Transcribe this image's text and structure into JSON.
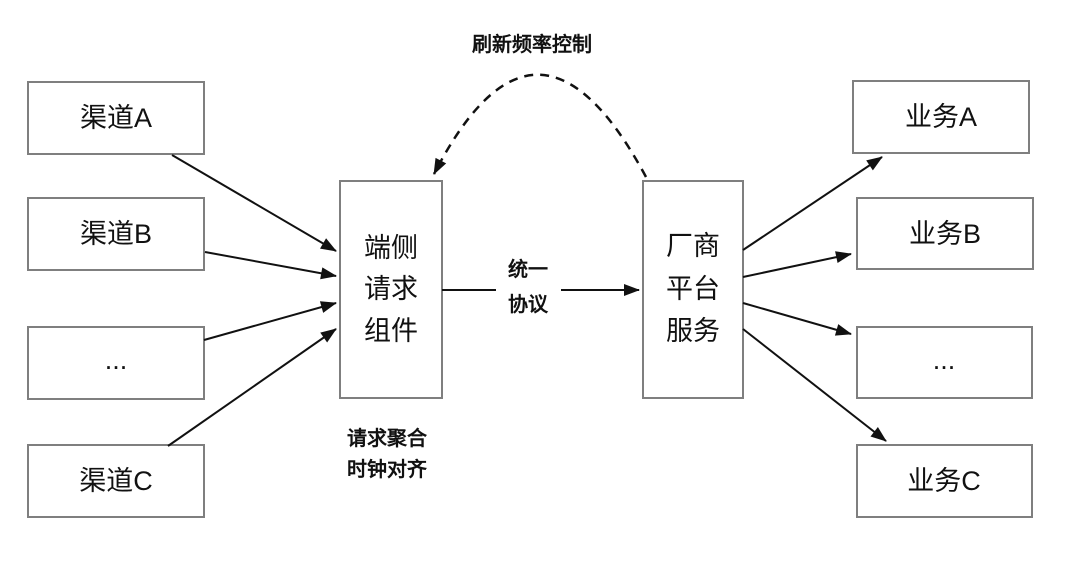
{
  "colors": {
    "background": "#ffffff",
    "box_border": "#7f7f7f",
    "box_fill": "#ffffff",
    "arrow": "#111111",
    "text": "#111111"
  },
  "nodes": {
    "channels": [
      "渠道A",
      "渠道B",
      "...",
      "渠道C"
    ],
    "client_component": {
      "lines": [
        "端侧",
        "请求",
        "组件"
      ]
    },
    "vendor_platform": {
      "lines": [
        "厂商",
        "平台",
        "服务"
      ]
    },
    "services": [
      "业务A",
      "业务B",
      "...",
      "业务C"
    ]
  },
  "labels": {
    "refresh_control": "刷新频率控制",
    "unified_protocol": {
      "lines": [
        "统一",
        "协议"
      ]
    },
    "client_note": {
      "lines": [
        "请求聚合",
        "时钟对齐"
      ]
    }
  }
}
